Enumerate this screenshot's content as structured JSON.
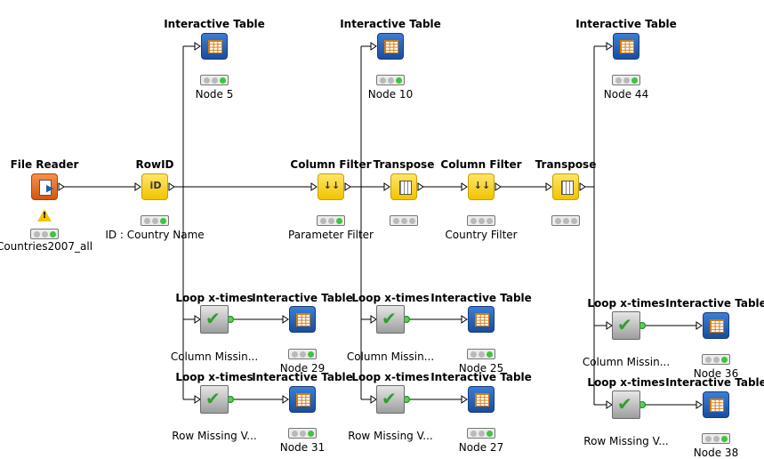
{
  "workflow": {
    "nodes": [
      {
        "id": "file-reader",
        "title": "File Reader",
        "sub": "Countries2007_all",
        "kind": "source",
        "warning": true,
        "status_on": 3
      },
      {
        "id": "rowid",
        "title": "RowID",
        "sub": "ID : Country Name",
        "kind": "manip-id",
        "status_on": 3
      },
      {
        "id": "column-filter-1",
        "title": "Column Filter",
        "sub": "Parameter Filter",
        "kind": "manip-filter",
        "status_on": 3
      },
      {
        "id": "transpose-1",
        "title": "Transpose",
        "sub": "",
        "kind": "manip-transpose",
        "status_on": 0
      },
      {
        "id": "column-filter-2",
        "title": "Column Filter",
        "sub": "Country Filter",
        "kind": "manip-filter",
        "status_on": 0
      },
      {
        "id": "transpose-2",
        "title": "Transpose",
        "sub": "",
        "kind": "manip-transpose",
        "status_on": 0
      },
      {
        "id": "node-5",
        "title": "Interactive Table",
        "sub": "Node 5",
        "kind": "view",
        "status_on": 3
      },
      {
        "id": "node-10",
        "title": "Interactive Table",
        "sub": "Node 10",
        "kind": "view",
        "status_on": 3
      },
      {
        "id": "node-44",
        "title": "Interactive Table",
        "sub": "Node 44",
        "kind": "view",
        "status_on": 3
      },
      {
        "id": "loop-1",
        "title": "Loop x-times",
        "sub": "Column Missin...",
        "kind": "loop"
      },
      {
        "id": "node-29",
        "title": "Interactive Table",
        "sub": "Node 29",
        "kind": "view",
        "status_on": 3
      },
      {
        "id": "loop-2",
        "title": "Loop x-times",
        "sub": "Row Missing V...",
        "kind": "loop"
      },
      {
        "id": "node-31",
        "title": "Interactive Table",
        "sub": "Node 31",
        "kind": "view",
        "status_on": 3
      },
      {
        "id": "loop-3",
        "title": "Loop x-times",
        "sub": "Column Missin...",
        "kind": "loop"
      },
      {
        "id": "node-25",
        "title": "Interactive Table",
        "sub": "Node 25",
        "kind": "view",
        "status_on": 3
      },
      {
        "id": "loop-4",
        "title": "Loop x-times",
        "sub": "Row Missing V...",
        "kind": "loop"
      },
      {
        "id": "node-27",
        "title": "Interactive Table",
        "sub": "Node 27",
        "kind": "view",
        "status_on": 3
      },
      {
        "id": "loop-5",
        "title": "Loop x-times",
        "sub": "Column Missin...",
        "kind": "loop"
      },
      {
        "id": "node-36",
        "title": "Interactive Table",
        "sub": "Node 36",
        "kind": "view",
        "status_on": 3
      },
      {
        "id": "loop-6",
        "title": "Loop x-times",
        "sub": "Row Missing V...",
        "kind": "loop"
      },
      {
        "id": "node-38",
        "title": "Interactive Table",
        "sub": "Node 38",
        "kind": "view",
        "status_on": 3
      }
    ]
  },
  "colors": {
    "view": "#2a64b8",
    "source": "#e8742a",
    "manip": "#f7d21a",
    "loop": "#bdbdbd",
    "status_on": "#3ec43e",
    "status_off": "#b9b9b9",
    "wire": "#000000"
  },
  "icons": {
    "view": "table-icon",
    "source": "file-reader-icon",
    "manip-id": "rowid-icon",
    "manip-filter": "column-filter-icon",
    "manip-transpose": "transpose-icon",
    "loop": "checkmark-icon",
    "warning": "warning-icon"
  }
}
